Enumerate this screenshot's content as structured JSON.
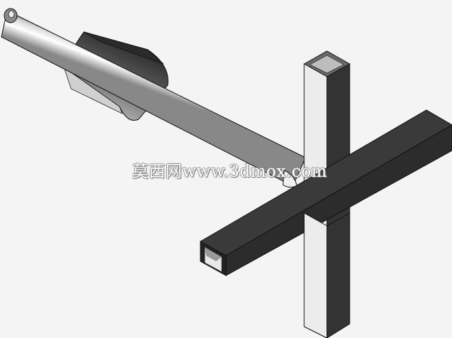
{
  "watermark": {
    "text": "莫西网www.3dmox.com"
  },
  "colors": {
    "background": "#f4f4f4",
    "dark_tube": "#3a3a3a",
    "light_tube": "#e6e6e6",
    "edge": "#111111"
  },
  "parts": [
    "round-pipe",
    "sleeve-clamp",
    "square-post-vertical",
    "square-beam-horizontal"
  ]
}
